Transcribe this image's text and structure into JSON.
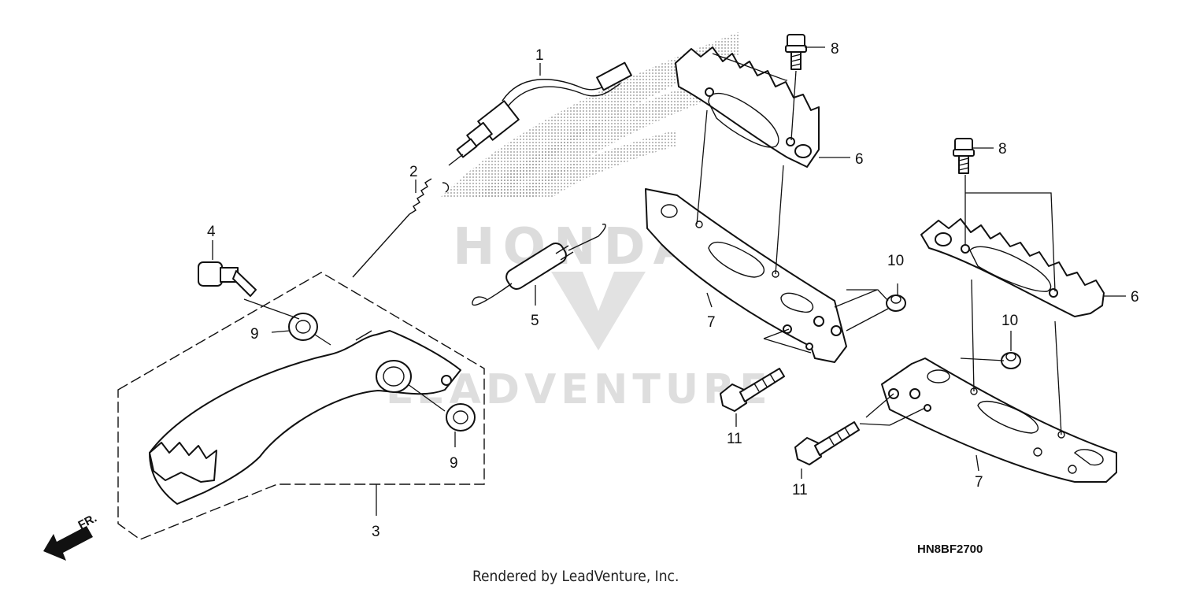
{
  "diagram": {
    "part_code": "HN8BF2700",
    "credit": "Rendered by LeadVenture, Inc.",
    "direction_label": "FR.",
    "watermarks": {
      "brand": "HONDA",
      "vendor": "LEADVENTURE"
    },
    "callouts": [
      {
        "id": "c1",
        "label": "1"
      },
      {
        "id": "c2",
        "label": "2"
      },
      {
        "id": "c3",
        "label": "3"
      },
      {
        "id": "c4",
        "label": "4"
      },
      {
        "id": "c5",
        "label": "5"
      },
      {
        "id": "c6a",
        "label": "6"
      },
      {
        "id": "c6b",
        "label": "6"
      },
      {
        "id": "c7a",
        "label": "7"
      },
      {
        "id": "c7b",
        "label": "7"
      },
      {
        "id": "c8a",
        "label": "8"
      },
      {
        "id": "c8b",
        "label": "8"
      },
      {
        "id": "c9a",
        "label": "9"
      },
      {
        "id": "c9b",
        "label": "9"
      },
      {
        "id": "c10a",
        "label": "10"
      },
      {
        "id": "c10b",
        "label": "10"
      },
      {
        "id": "c11a",
        "label": "11"
      },
      {
        "id": "c11b",
        "label": "11"
      }
    ]
  }
}
